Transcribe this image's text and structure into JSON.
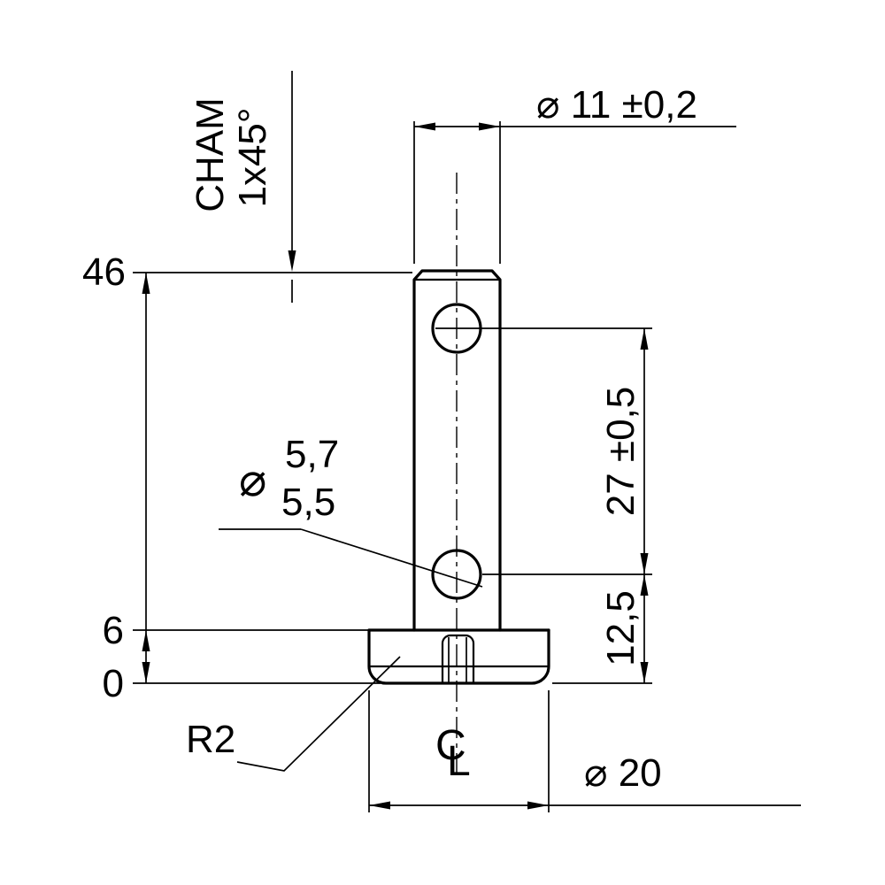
{
  "drawing": {
    "background": "#ffffff",
    "line_color": "#000000",
    "annotations": {
      "chamfer_label_line1": "CHAM",
      "chamfer_label_line2": "1x45°",
      "shaft_diameter": "⌀ 11 ±0,2",
      "overall_height": "46",
      "hole_diameter_symbol": "⌀",
      "hole_diameter_max": "5,7",
      "hole_diameter_min": "5,5",
      "hole_center_distance": "27 ±0,5",
      "lower_hole_height": "12,5",
      "base_top_height": "6",
      "baseline": "0",
      "base_fillet_radius": "R2",
      "centerline_symbol_c": "C",
      "centerline_symbol_l": "L",
      "base_diameter": "⌀ 20"
    }
  }
}
